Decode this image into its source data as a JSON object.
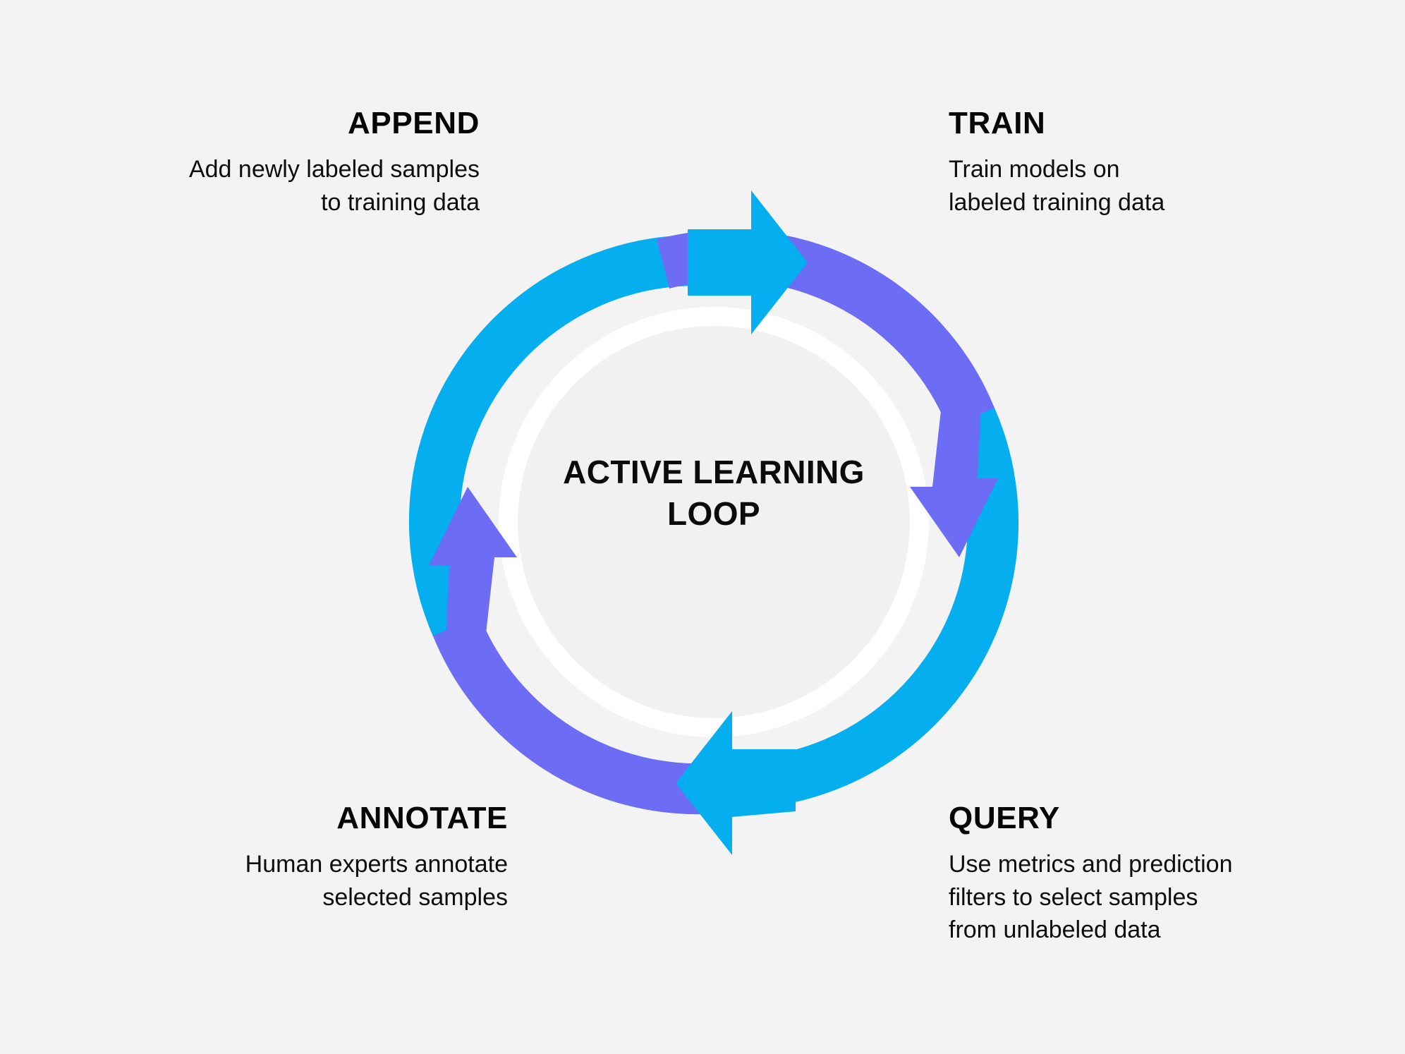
{
  "page": {
    "background_color": "#f3f3f3",
    "title": "Active Learning Loop diagram"
  },
  "center": {
    "line1": "ACTIVE LEARNING",
    "line2": "LOOP"
  },
  "colors": {
    "cyan": "#05aeee",
    "purple": "#6d6cf5",
    "ring_gap": "#ffffff",
    "inner_disc": "#f1f1f1",
    "text": "#0b0b0b",
    "background": "#f3f3f3"
  },
  "stages": {
    "append": {
      "title": "APPEND",
      "desc_line1": "Add newly labeled samples",
      "desc_line2": "to training data"
    },
    "train": {
      "title": "TRAIN",
      "desc_line1": "Train models on",
      "desc_line2": "labeled training data"
    },
    "query": {
      "title": "QUERY",
      "desc_line1": "Use metrics and prediction",
      "desc_line2": "filters to select samples",
      "desc_line3": "from unlabeled data"
    },
    "annotate": {
      "title": "ANNOTATE",
      "desc_line1": "Human experts annotate",
      "desc_line2": "selected samples"
    }
  },
  "loop": {
    "direction": "clockwise",
    "segments": [
      {
        "name": "append-to-train",
        "from": "APPEND",
        "to": "TRAIN",
        "color": "#05aeee",
        "arrow_position": "top",
        "arrow_direction": "right"
      },
      {
        "name": "train-to-query",
        "from": "TRAIN",
        "to": "QUERY",
        "color": "#6d6cf5",
        "arrow_position": "right",
        "arrow_direction": "down"
      },
      {
        "name": "query-to-annotate",
        "from": "QUERY",
        "to": "ANNOTATE",
        "color": "#05aeee",
        "arrow_position": "bottom",
        "arrow_direction": "left"
      },
      {
        "name": "annotate-to-append",
        "from": "ANNOTATE",
        "to": "APPEND",
        "color": "#6d6cf5",
        "arrow_position": "left",
        "arrow_direction": "up"
      }
    ]
  }
}
